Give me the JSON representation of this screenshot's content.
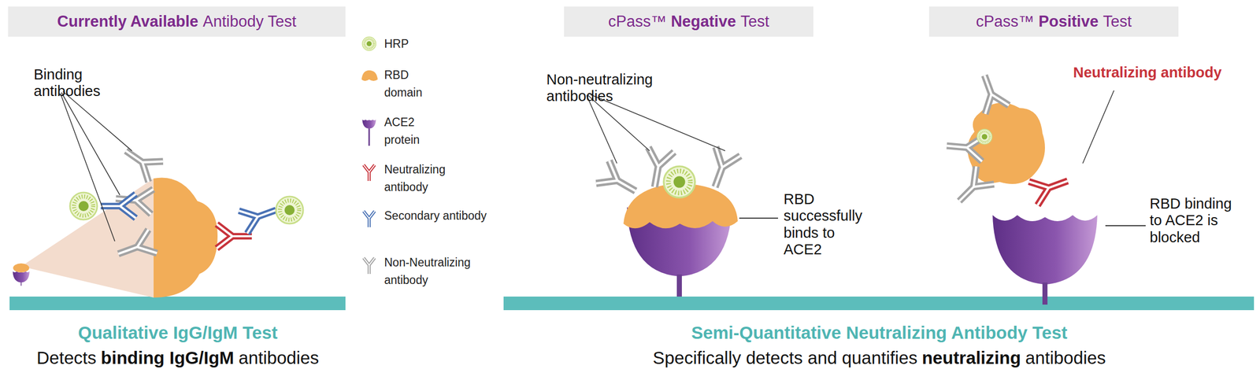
{
  "diagram": {
    "nodes": [
      {
        "text": [
          "Currently Available",
          "Antibody Test"
        ]
      },
      {
        "text": [
          "cPass™",
          "Negative",
          "Test"
        ]
      },
      {
        "text": [
          "cPass™",
          "Positive",
          "Test"
        ]
      }
    ],
    "labels": [
      "Binding antibodies",
      "Non-neutralizing antibodies",
      "RBD successfully binds to ACE2",
      "Neutralizing antibody",
      "RBD binding to ACE2 is blocked",
      "Qualitative IgG/IgM Test",
      "Detects",
      "binding IgG/IgM",
      "antibodies",
      "Semi-Quantitative Neutralizing Antibody Test",
      "Specifically detects and quantifies",
      "neutralizing",
      "antibodies"
    ],
    "legend": [
      {
        "text": "HRP"
      },
      {
        "text": "RBD domain"
      },
      {
        "text": "ACE2 protein"
      },
      {
        "text": "Neutralizing antibody"
      },
      {
        "text": "Secondary antibody"
      },
      {
        "text": "Non-Neutralizing antibody"
      }
    ]
  }
}
